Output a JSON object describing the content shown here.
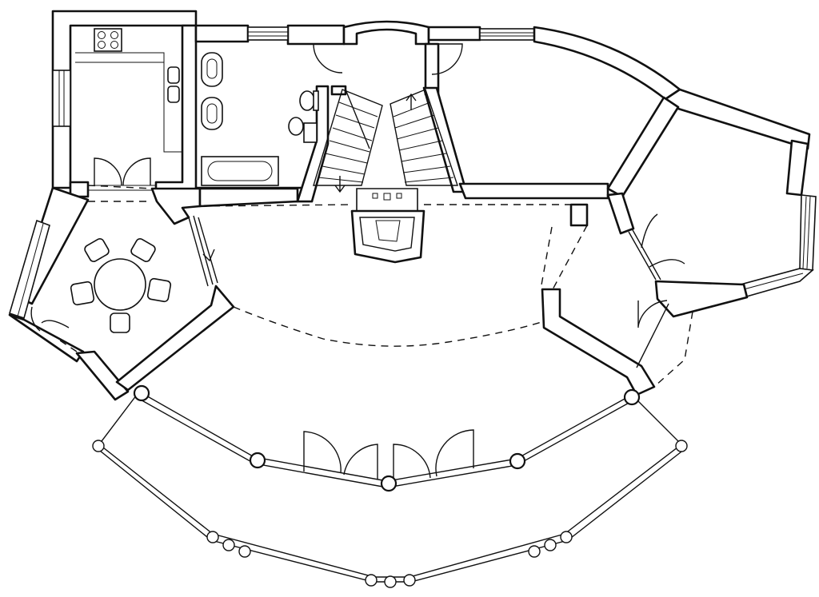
{
  "drawing": {
    "kind": "floor-plan",
    "style": "black line drawing on white",
    "colors": {
      "line": "#111111",
      "background": "#ffffff"
    }
  },
  "rooms": [
    "kitchen",
    "bathroom",
    "stair-hall",
    "room-upper-right",
    "room-east",
    "hall-east-small",
    "dining-room",
    "living-hall",
    "terrace"
  ],
  "fixtures": [
    "cooktop",
    "sinks",
    "washbasins",
    "bathtub",
    "toilet",
    "bidet",
    "fireplace",
    "dining-table",
    "chairs",
    "stairs",
    "doors",
    "windows",
    "columns"
  ]
}
